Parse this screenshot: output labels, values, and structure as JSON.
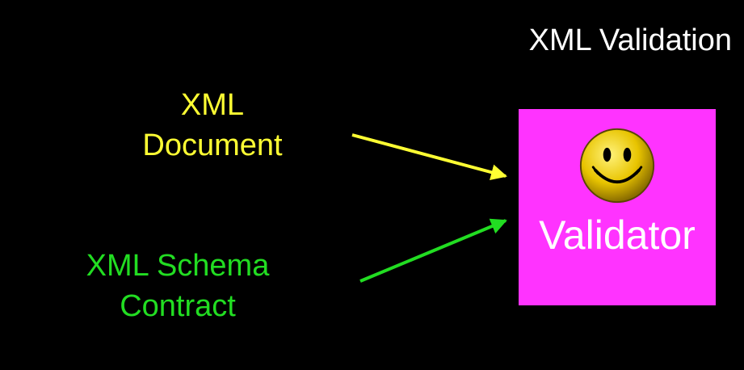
{
  "title": "XML Validation",
  "inputs": {
    "document": {
      "line1": "XML",
      "line2": "Document"
    },
    "schema": {
      "line1": "XML Schema",
      "line2": "Contract"
    }
  },
  "validator": {
    "label": "Validator",
    "icon": "smiley-face-icon"
  },
  "colors": {
    "background": "#000000",
    "title": "#ffffff",
    "document": "#ffff33",
    "schema": "#22dd22",
    "validator_box": "#ff33ff",
    "validator_text": "#ffffff",
    "smiley_face": "#e8c400",
    "smiley_features": "#000000"
  }
}
